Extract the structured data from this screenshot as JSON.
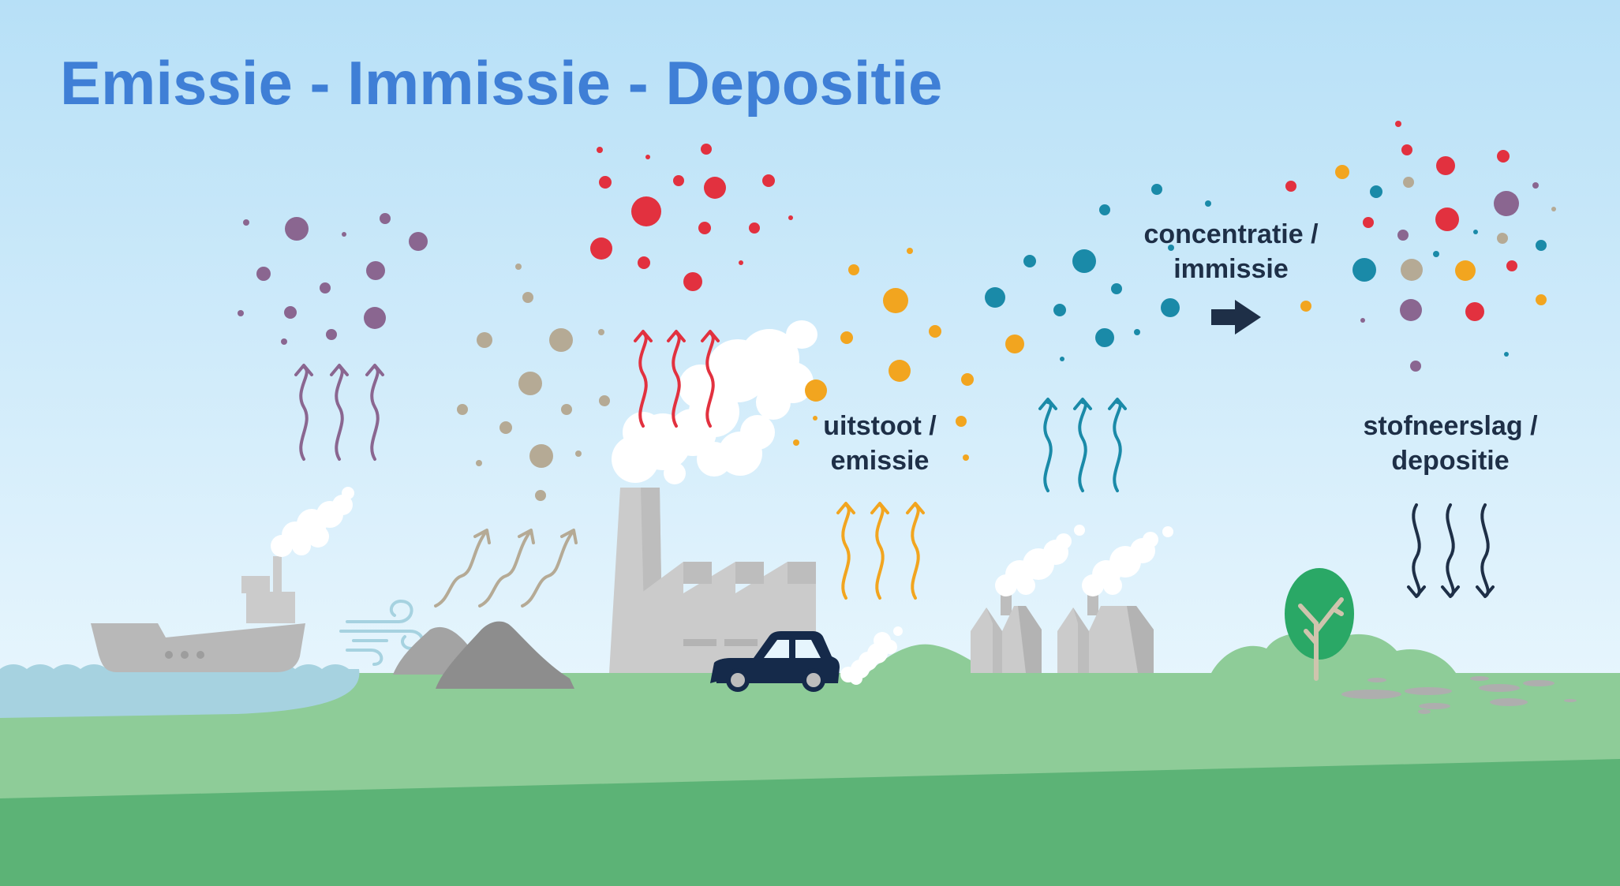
{
  "title": "Emissie - Immissie - Depositie",
  "labels": {
    "emission_line1": "uitstoot /",
    "emission_line2": "emissie",
    "concentration_line1": "concentratie /",
    "concentration_line2": "immissie",
    "deposition_line1": "stofneerslag /",
    "deposition_line2": "depositie"
  },
  "colors": {
    "title": "#3f7fd6",
    "label": "#1e2f47",
    "purple": "#8a6690",
    "beige": "#b5aa95",
    "red": "#e2313f",
    "orange": "#f2a51f",
    "teal": "#1a8aa8",
    "grey_building": "#cbcbcb",
    "grass_light": "#8ecc98",
    "grass_dark": "#5cb376",
    "water": "#a6d2e0",
    "car": "#152a4a",
    "tree": "#2aa866",
    "sky_top": "#b7e0f7",
    "sky_bottom": "#e6f5fd"
  },
  "icons": [
    "ship-icon",
    "wind-icon",
    "sand-pile-icon",
    "power-plant-icon",
    "car-icon",
    "factory-icon",
    "tree-icon",
    "arrow-right-icon",
    "wavy-up-arrow-icon",
    "wavy-down-arrow-icon"
  ]
}
